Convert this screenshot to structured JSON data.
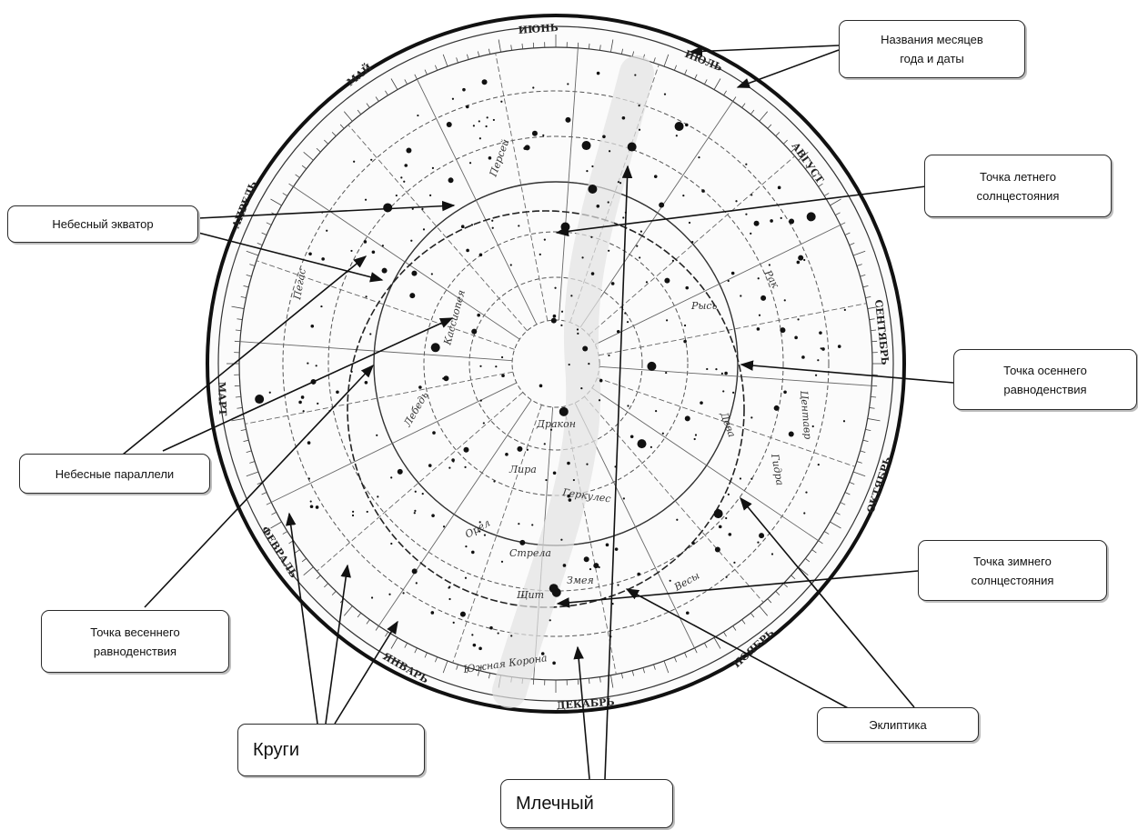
{
  "callouts": {
    "months": "Названия месяцев\nгода и даты",
    "summer_solstice": "Точка летнего\nсолнцестояния",
    "celestial_equator": "Небесный экватор",
    "autumn_equinox": "Точка осеннего\nравноденствия",
    "celestial_parallels": "Небесные параллели",
    "winter_solstice": "Точка зимнего\nсолнцестояния",
    "vernal_equinox": "Точка весеннего\nравноденствия",
    "ecliptic": "Эклиптика",
    "circles": "Круги",
    "milky_way": "Млечный"
  },
  "months": {
    "june": "ИЮНЬ",
    "july": "ИЮЛЬ",
    "august": "АВГУСТ",
    "september": "СЕНТЯБРЬ",
    "october": "ОКТЯБРЬ",
    "november": "НОЯБРЬ",
    "december": "ДЕКАБРЬ",
    "january": "ЯНВАРЬ",
    "february": "ФЕВРАЛЬ",
    "march": "МАРТ",
    "april": "АПРЕЛЬ",
    "may": "МАЙ"
  },
  "constellations": {
    "southern_crown": "Южная Корона",
    "shield": "Щит",
    "serpent": "Змея",
    "hercules": "Геркулес",
    "eagle": "Орел",
    "arrow": "Стрела",
    "virgo": "Дева",
    "scales": "Весы",
    "hydra": "Гидра",
    "cancer": "Рак",
    "lynx": "Рысь",
    "perseus": "Персей",
    "cassiopeia": "Кассиопея",
    "pegasus": "Пегас",
    "dragon": "Дракон",
    "lyra": "Лира",
    "swan": "Лебедь",
    "centaur": "Центавр"
  },
  "colors": {
    "ink": "#1a1a1a",
    "grid": "#555555",
    "callout_border": "#2b2b2b"
  }
}
